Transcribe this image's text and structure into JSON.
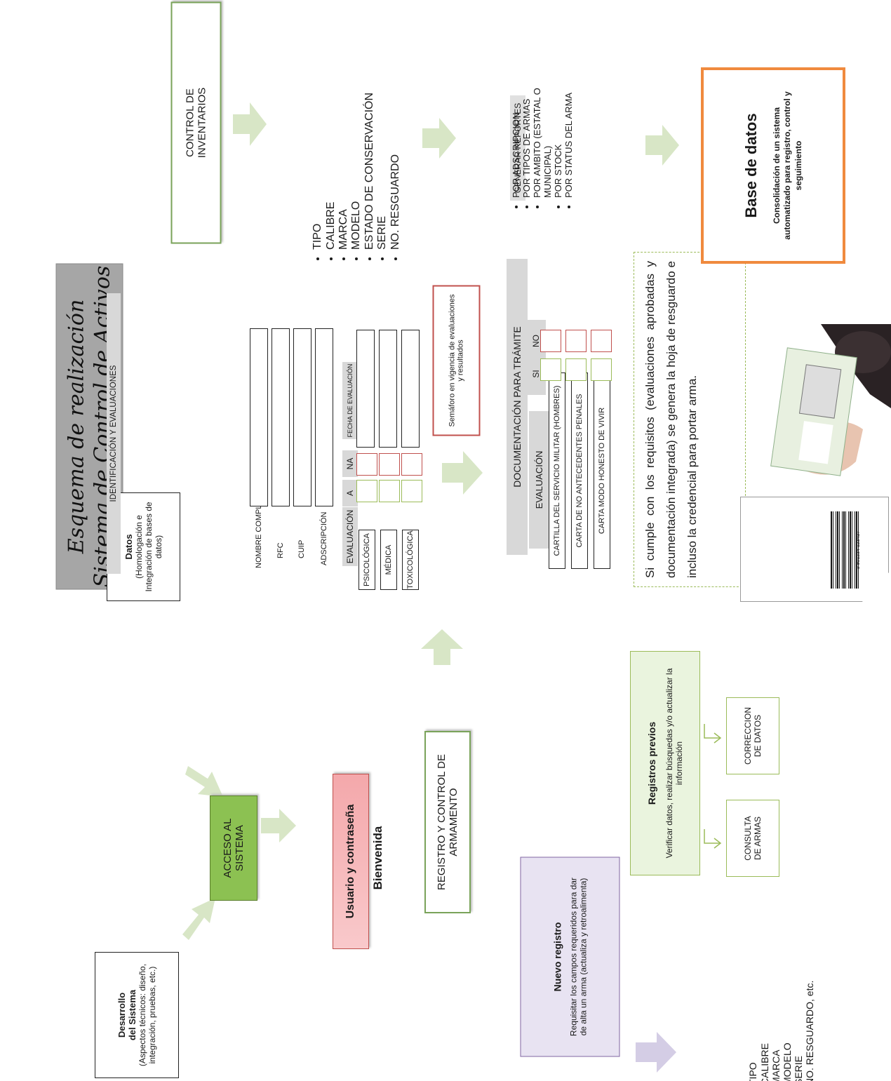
{
  "title": {
    "line1": "Esquema de realización",
    "line2": "Sistema de Control de Activos"
  },
  "desarrollo": {
    "heading1": "Desarrollo",
    "heading2": "del Sistema",
    "body": "(Aspectos técnicos: diseño, integración, pruebas, etc.)"
  },
  "datos": {
    "heading": "Datos",
    "body": "(Homologación e Integración de bases de datos)"
  },
  "acceso": {
    "label": "ACCESO AL SISTEMA"
  },
  "usuario": {
    "label": "Usuario y contraseña"
  },
  "bienvenida": {
    "label": "Bienvenida"
  },
  "registro_control": {
    "label": "REGISTRO Y CONTROL DE ARMAMENTO"
  },
  "nuevo_registro": {
    "heading": "Nuevo registro",
    "body": "Requisitar los campos requeridos para dar de alta un arma (actualiza y retroalimenta)"
  },
  "nuevo_list": [
    "TIPO",
    "CALIBRE",
    "MARCA",
    "MODELO",
    "SERIE",
    "NO. RESGUARDO, etc."
  ],
  "registros_previos": {
    "heading": "Registros previos",
    "body": "Verificar datos, realizar búsquedas y/o actualizar la información"
  },
  "consulta": {
    "label": "CONSULTA DE ARMAS"
  },
  "correccion": {
    "label": "CORRECCION DE DATOS"
  },
  "identificacion": {
    "header": "IDENTIFICACIÓN Y EVALUACIONES",
    "fields": [
      "NOMBRE COMPLETO",
      "RFC",
      "CUIP",
      "ADSCRIPCIÓN"
    ],
    "eval_header": "EVALUACIÓN",
    "col_a": "A",
    "col_na": "NA",
    "col_fecha": "FECHA DE EVALUACIÓN",
    "evaluations": [
      "PSICOLÓGICA",
      "MÉDICA",
      "TOXICOLÓGICA"
    ]
  },
  "semaforo": {
    "label": "Semáforo en vigencia de evaluaciones y resultados"
  },
  "documentacion": {
    "header": "DOCUMENTACIÓN PARA TRÁMITE",
    "eval_header": "EVALUACIÓN",
    "col_si": "SI",
    "col_no": "NO",
    "docs": [
      "CARTILLA DEL SERVICIO MILITAR (HOMBRES)",
      "CARTA DE NO ANTECEDENTES PENALES",
      "CARTA MODO HONESTO DE VIVIR"
    ]
  },
  "cumple": {
    "text": "Si cumple con los requisitos (evaluaciones aprobadas y documentación integrada) se genera la hoja de resguardo e incluso la credencial para portar arma."
  },
  "control_inventarios": {
    "label": "CONTROL DE INVENTARIOS"
  },
  "inventarios_list": [
    "TIPO",
    "CALIBRE",
    "MARCA",
    "MODELO",
    "ESTADO DE CONSERVACIÓN",
    "SERIE",
    "NO. RESGUARDO"
  ],
  "reportes": {
    "header": "GENERAR REPORTES",
    "items": [
      "POR ADSCRIPCION",
      "POR TIPOS DE ARMAS",
      "POR AMBITO (ESTATAL O MUNICIPAL)",
      "POR STOCK",
      "POR STATUS DEL ARMA"
    ]
  },
  "base_datos": {
    "heading": "Base de datos",
    "body": "Consolidación de un sistema automatizado para registro, control y seguimiento"
  },
  "barcode_number": "5 901234 123457",
  "colors": {
    "arrow_green": "#d8e6c6",
    "arrow_purple": "#d4cde5",
    "acceso_fill": "#8cc152",
    "usuario_fill": "#f4a8ab",
    "nuevo_fill": "#e8e3f2",
    "registros_fill": "#eaf4de",
    "base_border": "#f08a3e",
    "title_fill": "#a6a6a6"
  }
}
